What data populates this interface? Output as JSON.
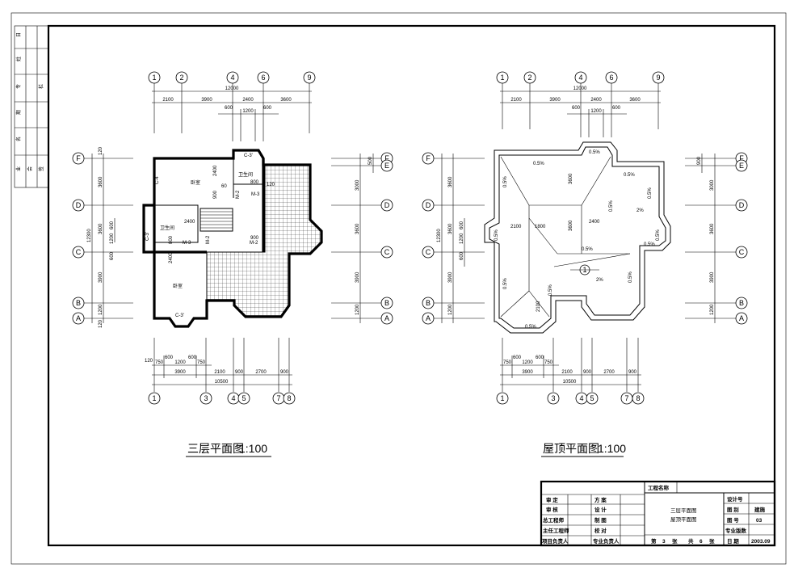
{
  "plans": [
    {
      "title": "三层平面图",
      "scale": "1:100",
      "top_axes": [
        "1",
        "2",
        "4",
        "6",
        "9"
      ],
      "bottom_axes": [
        "1",
        "3",
        "4",
        "5",
        "7",
        "8"
      ],
      "left_axes": [
        "F",
        "D",
        "C",
        "B",
        "A"
      ],
      "right_axes": [
        "F",
        "E",
        "D",
        "C",
        "B",
        "A"
      ],
      "top_total": "12000",
      "top_segments": [
        "2100",
        "3900",
        "2400",
        "3600"
      ],
      "top_sub": [
        "600",
        "1200",
        "600"
      ],
      "bottom_total": "10500",
      "bottom_segments": [
        "3900",
        "2100",
        "900",
        "2700",
        "900"
      ],
      "bottom_sub": [
        "750",
        "1200",
        "750"
      ],
      "bottom_sub2": [
        "120",
        "600",
        "600"
      ],
      "left_total": "12300",
      "left_segments": [
        "3600",
        "3600",
        "3900",
        "1200"
      ],
      "left_sub": [
        "600",
        "1200",
        "600"
      ],
      "right_segments": [
        "500",
        "3000",
        "3600",
        "3900",
        "1200"
      ],
      "edge_120": "120",
      "rooms": [
        "卧室",
        "卫生间",
        "卫生间",
        "卧室"
      ],
      "labels": [
        "C-3'",
        "C-4",
        "C-3'",
        "C-3'",
        "M-2",
        "M-3",
        "M-2",
        "M-3",
        "M-2",
        "2400",
        "2400",
        "900",
        "900",
        "800",
        "800",
        "2400",
        "120",
        "60"
      ]
    },
    {
      "title": "屋顶平面图",
      "scale": "1:100",
      "top_axes": [
        "1",
        "2",
        "4",
        "6",
        "9"
      ],
      "bottom_axes": [
        "1",
        "3",
        "4",
        "5",
        "7",
        "8"
      ],
      "left_axes": [
        "F",
        "D",
        "C",
        "B",
        "A"
      ],
      "right_axes": [
        "F",
        "E",
        "D",
        "C",
        "B",
        "A"
      ],
      "top_total": "12000",
      "top_segments": [
        "2100",
        "3900",
        "2400",
        "3600"
      ],
      "top_sub": [
        "600",
        "1200",
        "600"
      ],
      "bottom_total": "10500",
      "bottom_segments": [
        "3900",
        "2100",
        "900",
        "2700",
        "900"
      ],
      "bottom_sub": [
        "750",
        "1200",
        "750"
      ],
      "bottom_sub2": [
        "600",
        "600"
      ],
      "left_total": "12300",
      "left_segments": [
        "3600",
        "3600",
        "3900",
        "1200"
      ],
      "left_sub": [
        "600",
        "1200",
        "600"
      ],
      "right_segments": [
        "900",
        "3000",
        "3600",
        "3900",
        "1200"
      ],
      "slopes": [
        "0.5%",
        "0.5%",
        "0.5%",
        "0.5%",
        "0.5%",
        "0.5%",
        "0.5%",
        "0.5%",
        "0.5%",
        "0.5%",
        "0.5%",
        "0.5%",
        "2%",
        "2%"
      ],
      "roof_dims": [
        "2100",
        "1800",
        "3600",
        "3600",
        "2400",
        "2100"
      ],
      "detail": "1"
    }
  ],
  "margin_labels": [
    "会",
    "签",
    "栏",
    "专",
    "业",
    "姓",
    "名",
    "日",
    "期"
  ],
  "title_block": {
    "project_label": "工程名称",
    "rows": [
      {
        "role": "审  定",
        "person": "方  案"
      },
      {
        "role": "审  核",
        "person": "设  计"
      },
      {
        "role": "总工程师",
        "person": "制  图"
      },
      {
        "role": "主任工程师",
        "person": "校  对"
      },
      {
        "role": "项目负责人",
        "person": "专业负责人"
      }
    ],
    "drawing_names": [
      "三层平面图",
      "屋顶平面图"
    ],
    "right_labels": [
      "设计号",
      "图  别",
      "图  号",
      "专业版数",
      "日  期"
    ],
    "right_values": [
      "",
      "建施",
      "03",
      "",
      "2003.09"
    ],
    "sheet_no": "3",
    "sheet_total": "6",
    "sheet_prefix": "第",
    "sheet_mid": "张",
    "sheet_total_prefix": "共",
    "sheet_suffix": "张"
  }
}
